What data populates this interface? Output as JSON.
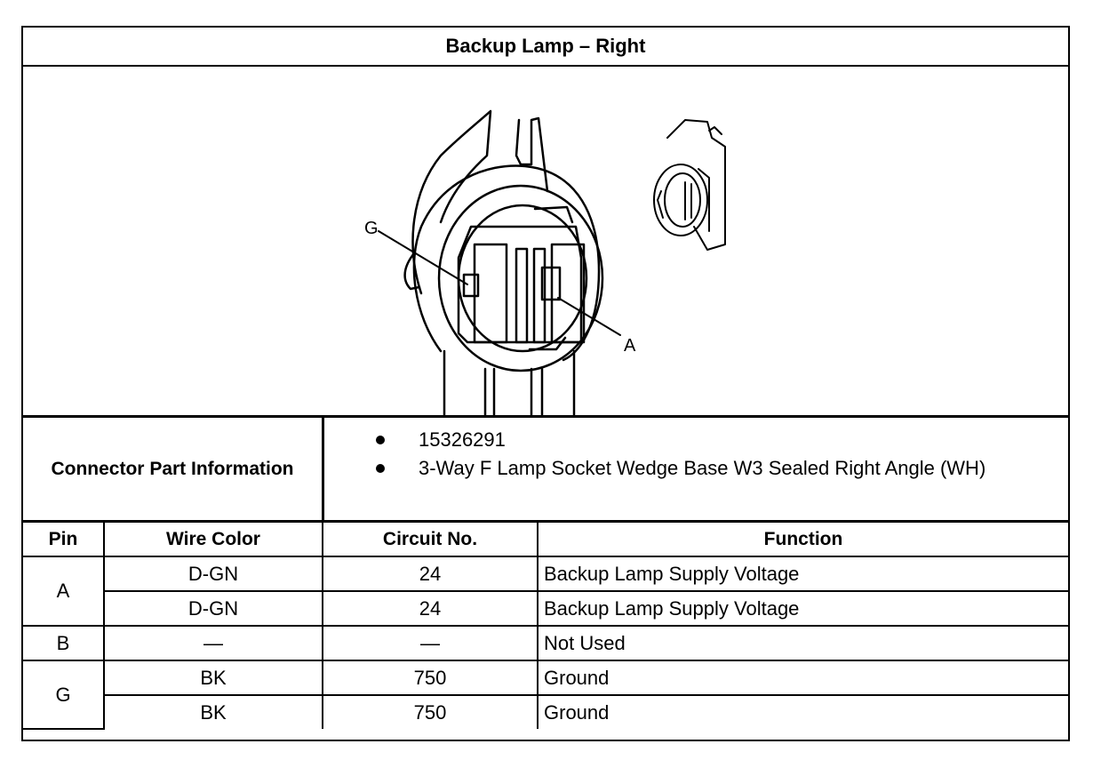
{
  "title": "Backup Lamp – Right",
  "figure": {
    "label_g": "G",
    "label_a": "A"
  },
  "connector": {
    "label": "Connector Part Information",
    "items": [
      "15326291",
      "3-Way F Lamp Socket Wedge Base W3 Sealed Right Angle (WH)"
    ]
  },
  "table": {
    "headers": [
      "Pin",
      "Wire Color",
      "Circuit No.",
      "Function"
    ],
    "rows": [
      {
        "pin": "A",
        "wire": "D-GN",
        "circuit": "24",
        "function": "Backup Lamp Supply Voltage"
      },
      {
        "pin": "",
        "wire": "D-GN",
        "circuit": "24",
        "function": "Backup Lamp Supply Voltage"
      },
      {
        "pin": "B",
        "wire": "—",
        "circuit": "—",
        "function": "Not Used"
      },
      {
        "pin": "G",
        "wire": "BK",
        "circuit": "750",
        "function": "Ground"
      },
      {
        "pin": "",
        "wire": "BK",
        "circuit": "750",
        "function": "Ground"
      }
    ]
  }
}
